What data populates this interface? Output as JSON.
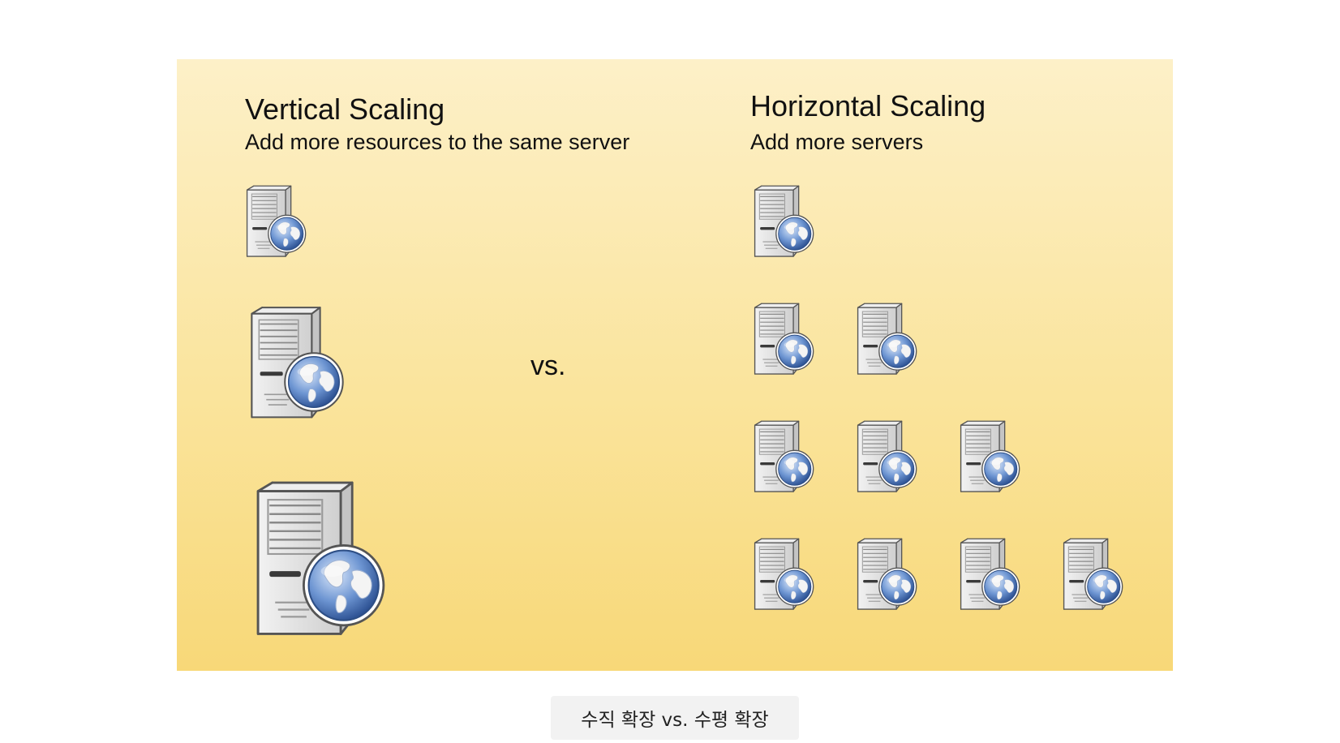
{
  "vertical": {
    "title": "Vertical Scaling",
    "subtitle": "Add more resources to the same server"
  },
  "horizontal": {
    "title": "Horizontal Scaling",
    "subtitle": "Add more servers"
  },
  "vs_label": "vs.",
  "caption": "수직 확장 vs. 수평 확장",
  "icon": "web-server-globe-icon",
  "colors": {
    "panel_top": "#fdf0c8",
    "panel_bottom": "#f8d878",
    "caption_bg": "#f2f2f2"
  }
}
